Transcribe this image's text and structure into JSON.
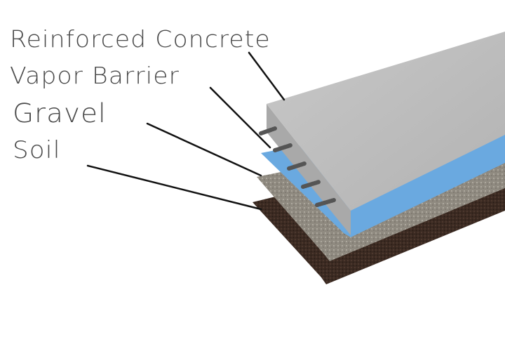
{
  "labels": {
    "concrete": "Reinforced Concrete",
    "vapor": "Vapor Barrier",
    "gravel": "Gravel",
    "soil": "Soil"
  },
  "colors": {
    "concrete": "#bdbdbd",
    "vapor": "#6aa9e0",
    "gravel": "#8f8a80",
    "soil": "#3b2a22",
    "text": "#4a4a4a"
  }
}
